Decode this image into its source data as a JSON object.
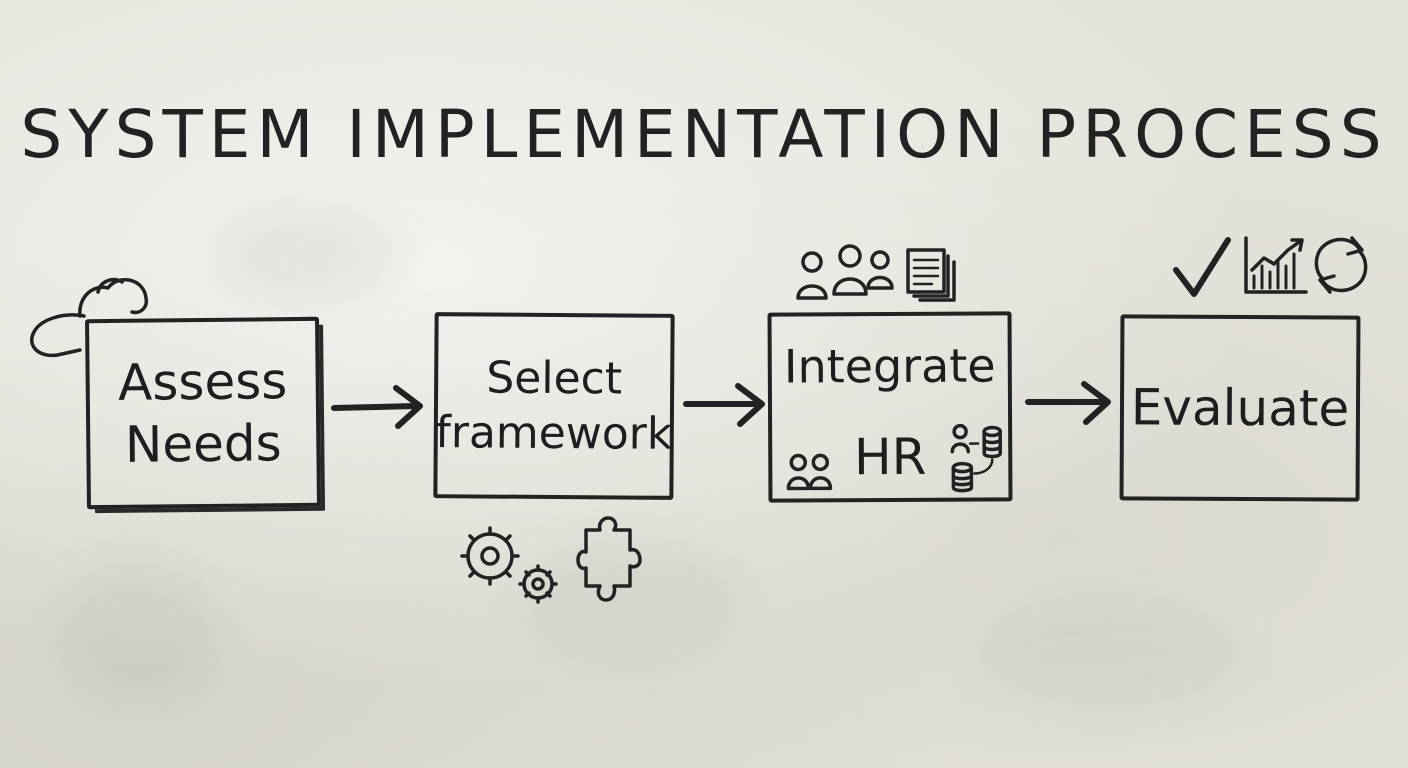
{
  "title": "SYSTEM IMPLEMENTATION PROCESS",
  "steps": [
    {
      "id": "assess",
      "label": "Assess\nNeeds"
    },
    {
      "id": "select",
      "label": "Select\nframework"
    },
    {
      "id": "integrate",
      "label_top": "Integrate",
      "label_mid": "HR"
    },
    {
      "id": "evaluate",
      "label": "Evaluate"
    }
  ],
  "icons": {
    "assess": [
      "cloud-icon"
    ],
    "select": [
      "gears-icon",
      "puzzle-piece-icon"
    ],
    "integrate": [
      "people-group-icon",
      "documents-icon",
      "people-pair-icon",
      "person-database-icon"
    ],
    "evaluate": [
      "checkmark-icon",
      "bar-chart-icon",
      "refresh-cycle-icon"
    ]
  },
  "colors": {
    "board": "#e4e3db",
    "ink": "#222222"
  }
}
